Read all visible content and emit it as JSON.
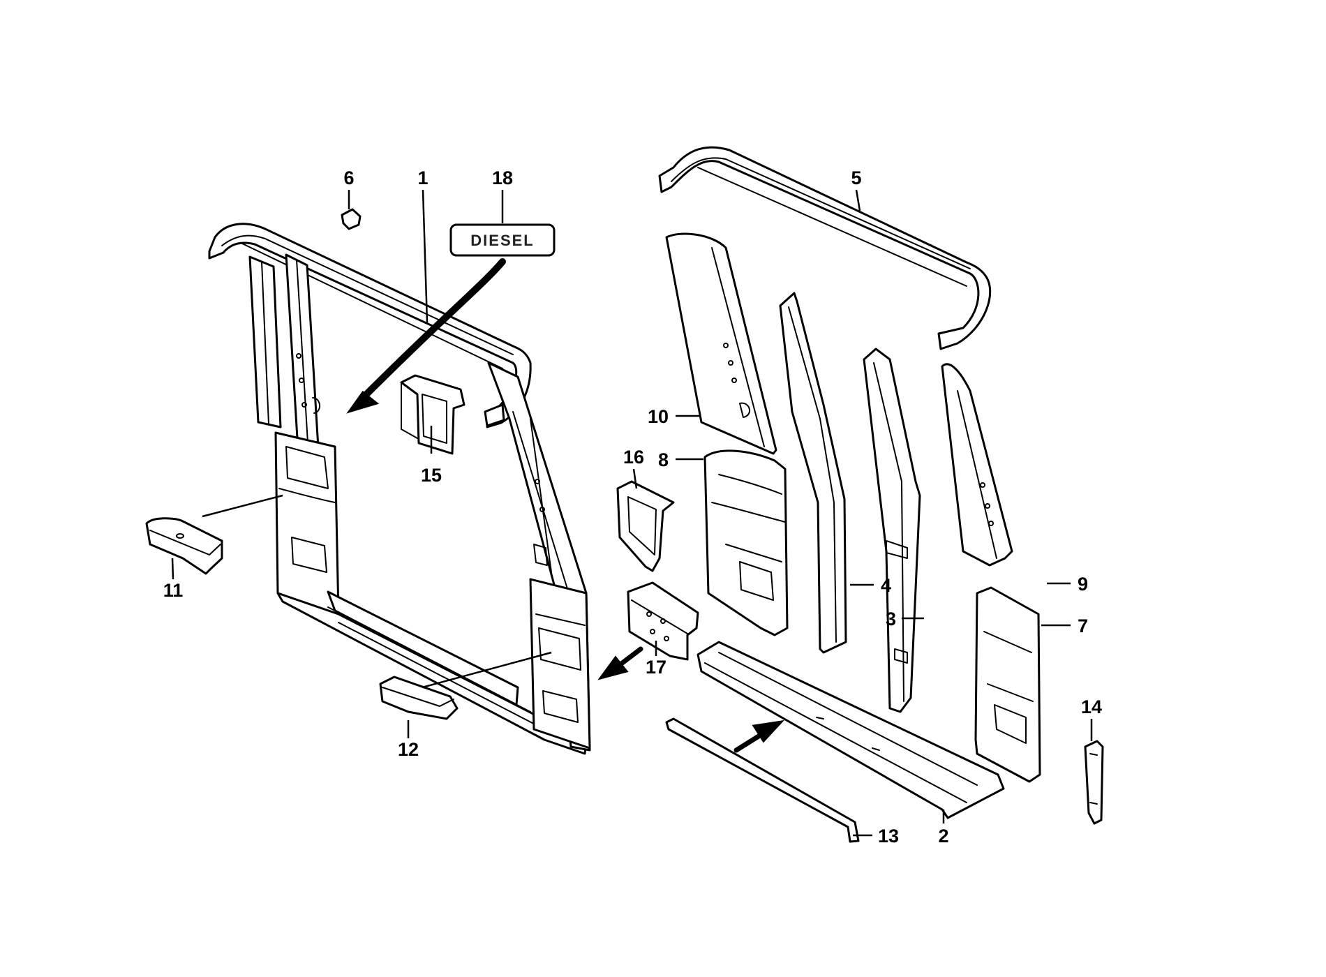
{
  "diagram": {
    "badge_text": "DIESEL",
    "callouts": {
      "c1": "1",
      "c2": "2",
      "c3": "3",
      "c4": "4",
      "c5": "5",
      "c6": "6",
      "c7": "7",
      "c8": "8",
      "c9": "9",
      "c10": "10",
      "c11": "11",
      "c12": "12",
      "c13": "13",
      "c14": "14",
      "c15": "15",
      "c16": "16",
      "c17": "17",
      "c18": "18"
    },
    "line_color": "#000000",
    "background": "#ffffff"
  }
}
